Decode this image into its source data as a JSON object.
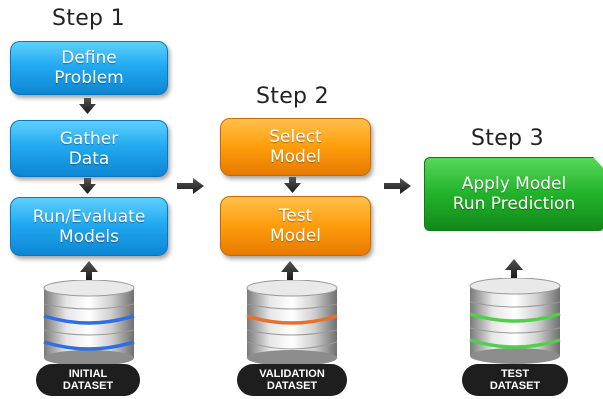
{
  "steps": [
    {
      "title": "Step 1",
      "boxes": [
        [
          "Define",
          "Problem"
        ],
        [
          "Gather",
          "Data"
        ],
        [
          "Run/Evaluate",
          "Models"
        ]
      ],
      "dataset": [
        "INITIAL",
        "DATASET"
      ]
    },
    {
      "title": "Step 2",
      "boxes": [
        [
          "Select",
          "Model"
        ],
        [
          "Test",
          "Model"
        ]
      ],
      "dataset": [
        "VALIDATION",
        "DATASET"
      ]
    },
    {
      "title": "Step 3",
      "boxes": [
        [
          "Apply Model",
          "Run Prediction"
        ]
      ],
      "dataset": [
        "TEST",
        "DATASET"
      ]
    }
  ],
  "colors": {
    "step1": "#1aa6ee",
    "step2": "#ff9a0a",
    "step3": "#1fb02a",
    "initial_band": "#2f6fe0",
    "validation_band": "#e8702a",
    "test_band": "#4fd04a",
    "arrow": "#333333",
    "label_pill": "#1e1e1e"
  },
  "icons": [
    "arrow-down-icon",
    "arrow-right-icon",
    "arrow-up-icon",
    "database-icon"
  ]
}
